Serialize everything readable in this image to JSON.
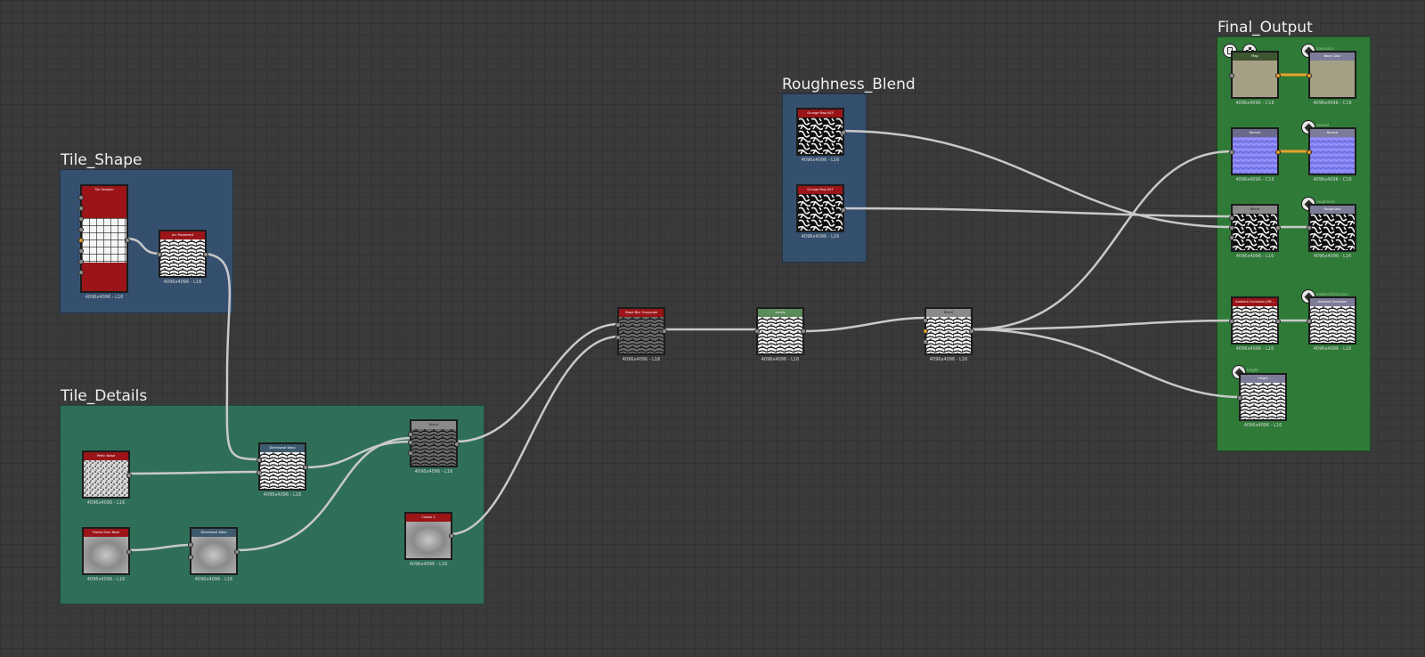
{
  "frames": {
    "tile_shape": {
      "title": "Tile_Shape",
      "color": "#35506e"
    },
    "tile_details": {
      "title": "Tile_Details",
      "color": "#2f6f58"
    },
    "roughness_blend": {
      "title": "Roughness_Blend",
      "color": "#35506e"
    },
    "final_output": {
      "title": "Final_Output",
      "color": "#2f7a37"
    }
  },
  "nodes": {
    "tile_sampler": {
      "label": "Tile Sampler",
      "res": "4096x4096 - L16",
      "thumb": "grid-icon"
    },
    "arc_pavement": {
      "label": "Arc Pavement",
      "res": "4096x4096 - L16",
      "thumb": "cobble-icon"
    },
    "perlin_noise": {
      "label": "Perlin Noise",
      "res": "4096x4096 - L16",
      "thumb": "noise-icon"
    },
    "directional_warp_1": {
      "label": "Directional Warp",
      "res": "4096x4096 - L16",
      "thumb": "cobble-icon"
    },
    "fractal_sum_base": {
      "label": "Fractal Sum Base",
      "res": "4096x4096 - L16",
      "thumb": "cloud-icon"
    },
    "directional_warp_2": {
      "label": "Directional Warp",
      "res": "4096x4096 - L16",
      "thumb": "cloud-icon"
    },
    "blend_details": {
      "label": "Blend",
      "res": "4096x4096 - L16",
      "thumb": "cobble-icon"
    },
    "clouds_2": {
      "label": "Clouds 2",
      "res": "4096x4096 - L16",
      "thumb": "cloud-icon"
    },
    "slope_blur": {
      "label": "Slope Blur Grayscale",
      "res": "4096x4096 - L16",
      "thumb": "cobble-icon"
    },
    "levels": {
      "label": "Levels",
      "res": "4096x4096 - L16",
      "thumb": "cobble-icon"
    },
    "blend_main": {
      "label": "Blend",
      "res": "4096x4096 - L16",
      "thumb": "cobble-icon"
    },
    "grunge_map_003": {
      "label": "Grunge Map 003",
      "res": "4096x4096 - L16",
      "thumb": "grunge-icon"
    },
    "grunge_map_007": {
      "label": "Grunge Map 007",
      "res": "4096x4096 - L16",
      "thumb": "grunge-icon"
    },
    "rgba_map": {
      "label": "Map",
      "res": "4096x4096 - C16",
      "thumb": "beige-icon"
    },
    "base_color": {
      "label": "Base Color",
      "res": "4096x4096 - C16",
      "thumb": "beige-icon",
      "out": "basecolor"
    },
    "normal_src": {
      "label": "Normal",
      "res": "4096x4096 - C16",
      "thumb": "normal-icon"
    },
    "normal_out": {
      "label": "Normal",
      "res": "4096x4096 - C16",
      "thumb": "normal-icon",
      "out": "normal"
    },
    "blend_rough": {
      "label": "Blend",
      "res": "4096x4096 - L16",
      "thumb": "grunge-icon"
    },
    "roughness": {
      "label": "Roughness",
      "res": "4096x4096 - L16",
      "thumb": "grunge-icon",
      "out": "roughness"
    },
    "ao_hbao": {
      "label": "Ambient Occlusion (HB...",
      "res": "4096x4096 - L16",
      "thumb": "cobble-icon"
    },
    "ao_out": {
      "label": "Ambient Occlusion",
      "res": "4096x4096 - L16",
      "thumb": "cobble-icon",
      "out": "ambientOcclusion"
    },
    "height": {
      "label": "Height",
      "res": "4096x4096 - L16",
      "thumb": "cobble-icon",
      "out": "height"
    }
  },
  "header_colors": {
    "red": "#9a1418",
    "blue": "#3d5a6e",
    "gray": "#8a8a8a",
    "green": "#5b8a5b",
    "dark": "#303a30",
    "olive": "#3d5530",
    "lavender": "#7c7c98",
    "purple": "#6a6a8c"
  },
  "wire_colors": {
    "gray": "#c9c9c9",
    "orange": "#e6a12e"
  }
}
